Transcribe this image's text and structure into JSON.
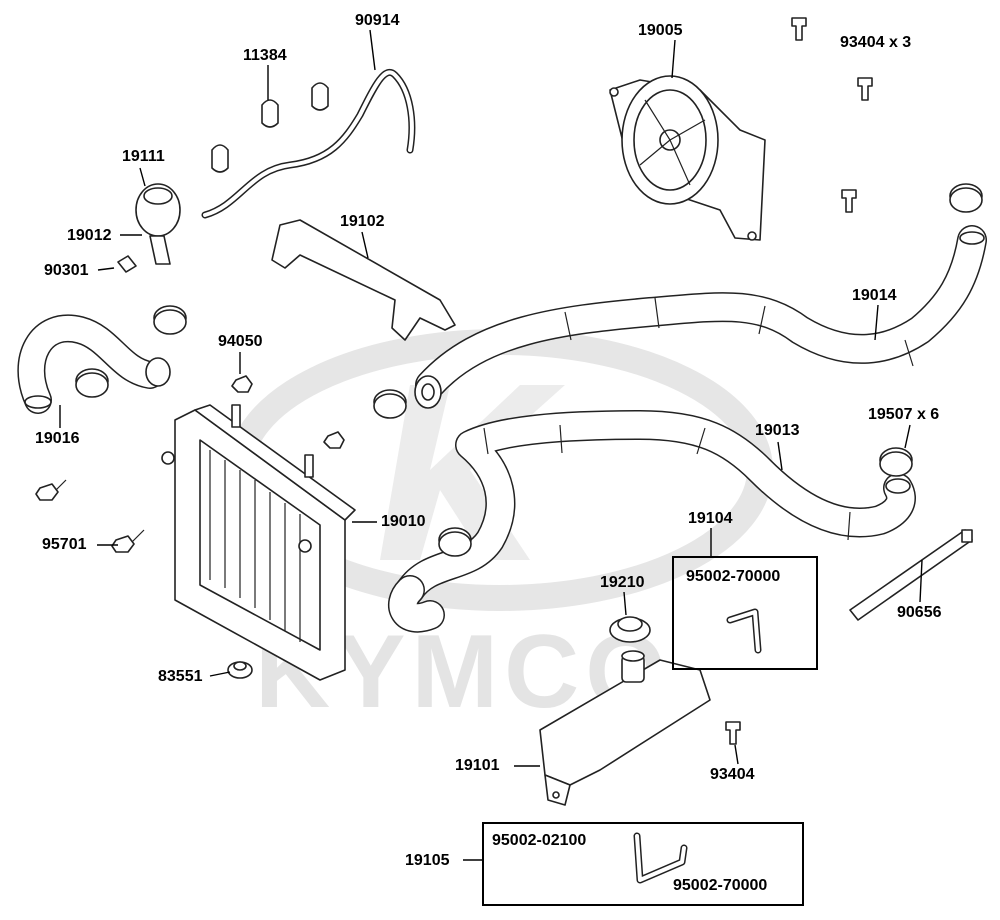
{
  "watermark": {
    "brand": "KYMCO"
  },
  "callouts": {
    "c90914": "90914",
    "c11384": "11384",
    "c19005": "19005",
    "c93404x3": "93404 x 3",
    "c19111": "19111",
    "c19012": "19012",
    "c90301": "90301",
    "c19102": "19102",
    "c19014": "19014",
    "c94050": "94050",
    "c19016": "19016",
    "c19013": "19013",
    "c19507x6": "19507 x 6",
    "c19010": "19010",
    "c95701": "95701",
    "c19104": "19104",
    "c95002_70000_a": "95002-70000",
    "c19210": "19210",
    "c90656": "90656",
    "c83551": "83551",
    "c19101": "19101",
    "c93404": "93404",
    "c19105": "19105",
    "c95002_02100": "95002-02100",
    "c95002_70000_b": "95002-70000"
  }
}
